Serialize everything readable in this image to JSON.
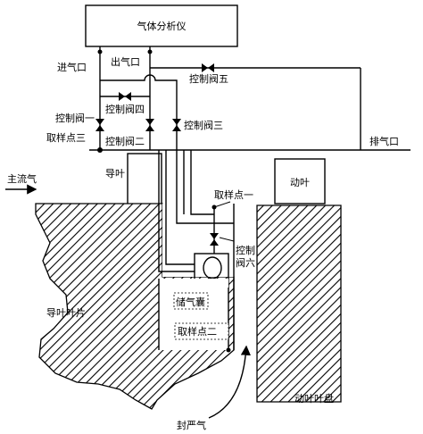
{
  "labels": {
    "analyzer": "气体分析仪",
    "inlet": "进气口",
    "outlet": "出气口",
    "valve5": "控制阀五",
    "valve4": "控制阀四",
    "valve1": "控制阀一",
    "valve3": "控制阀三",
    "sample_point3": "取样点三",
    "valve2": "控制阀二",
    "exhaust": "排气口",
    "main_flow": "主流气",
    "guide_vane": "导叶",
    "rotor_blade": "动叶",
    "sample_point1": "取样点一",
    "valve6_line1": "控制",
    "valve6_line2": "阀六",
    "guide_vane_plate": "导叶叶片",
    "gas_bag": "储气囊",
    "sample_point2": "取样点二",
    "rotor_disk": "动叶叶盘",
    "seal_gas": "封严气"
  }
}
